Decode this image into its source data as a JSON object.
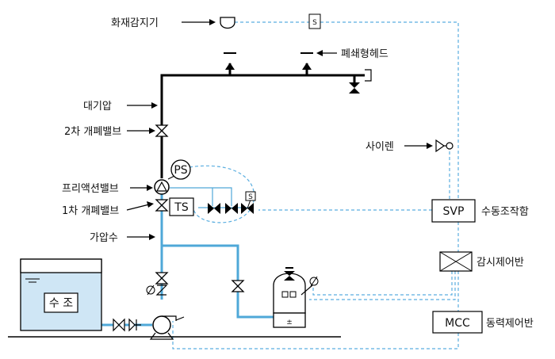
{
  "labels": {
    "fire_detector": "화재감지기",
    "closed_head": "폐쇄형헤드",
    "atmospheric": "대기압",
    "secondary_valve": "2차 개폐밸브",
    "siren": "사이렌",
    "preaction_valve": "프리액션밸브",
    "primary_valve": "1차 개폐밸브",
    "pressurized_water": "가압수",
    "manual_panel": "수동조작함",
    "supervisory_panel": "감시제어반",
    "mcc_panel": "동력제어반"
  },
  "boxes": {
    "svp": "SVP",
    "mcc": "MCC",
    "ts": "TS",
    "ps": "PS",
    "tank": "수 조",
    "solenoid": "S"
  },
  "colors": {
    "water_pipe": "#4fa8d8",
    "tank_fill": "#cfe6f5",
    "signal_line": "#5aaee0",
    "dry_pipe": "#000000"
  }
}
